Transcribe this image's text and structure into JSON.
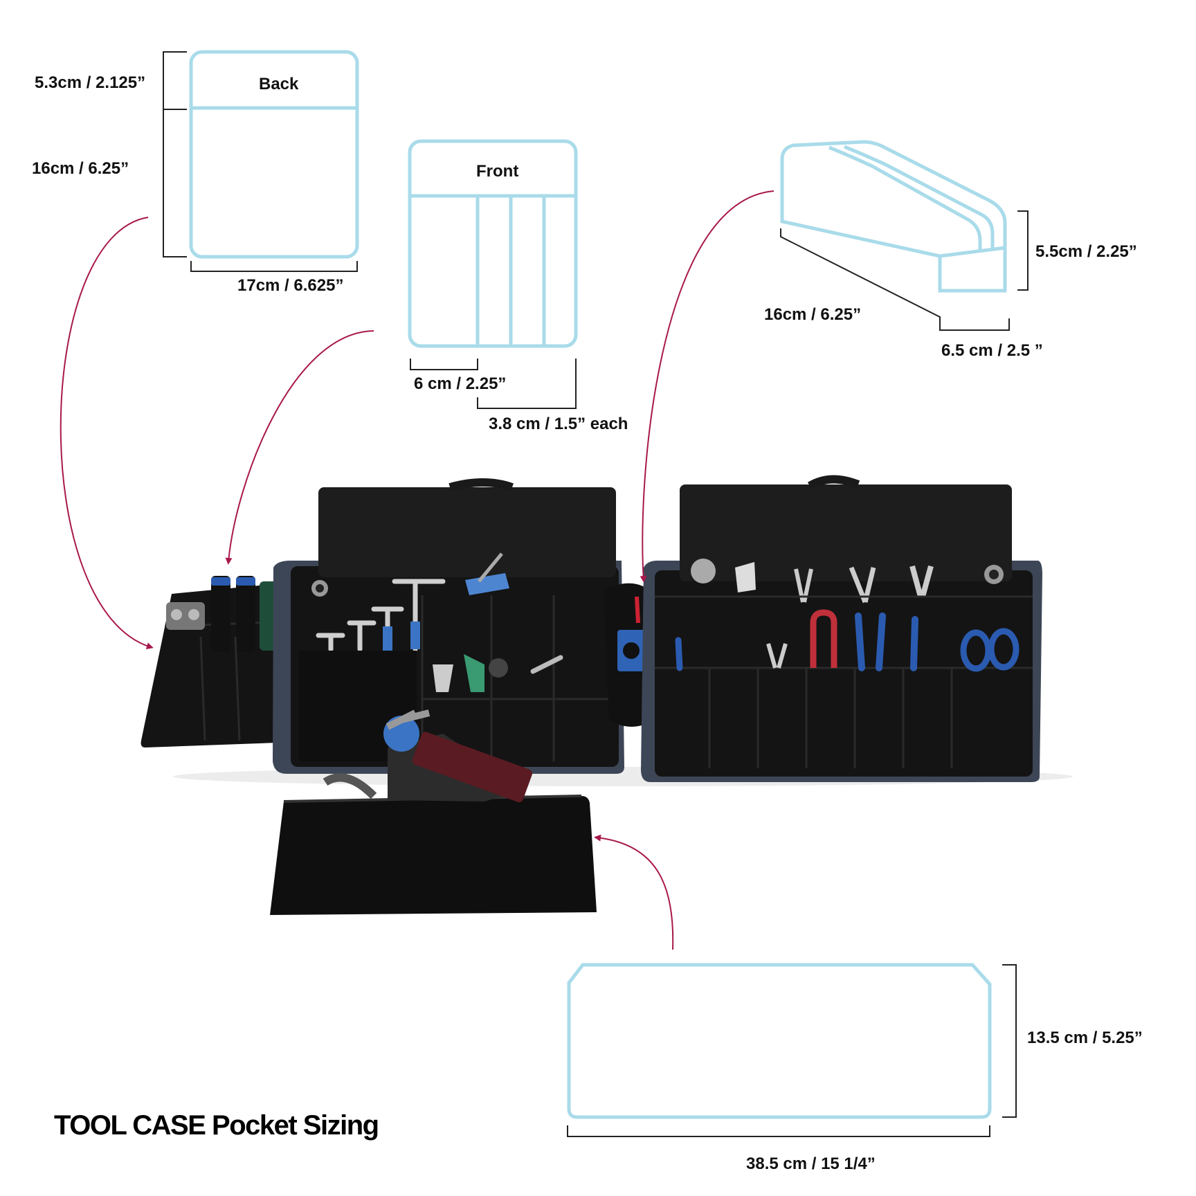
{
  "title": "TOOL CASE Pocket Sizing",
  "colors": {
    "outline": "#a9dbea",
    "arrow": "#a8184c",
    "bag": "#141414",
    "bag_shell": "#3d4656",
    "dimension_line": "#222222"
  },
  "back_pocket": {
    "name": "Back",
    "height_top": "5.3cm / 2.125”",
    "height_main": "16cm / 6.25”",
    "width": "17cm / 6.625”"
  },
  "front_pocket": {
    "name": "Front",
    "width_wide": "6 cm / 2.25”",
    "width_slots": "3.8 cm / 1.5” each"
  },
  "zip_pouch": {
    "length": "16cm / 6.25”",
    "height": "5.5cm / 2.25”",
    "depth": "6.5 cm / 2.5 ”"
  },
  "bottom_pocket": {
    "height": "13.5 cm / 5.25”",
    "width": "38.5 cm / 15 1/4”"
  }
}
